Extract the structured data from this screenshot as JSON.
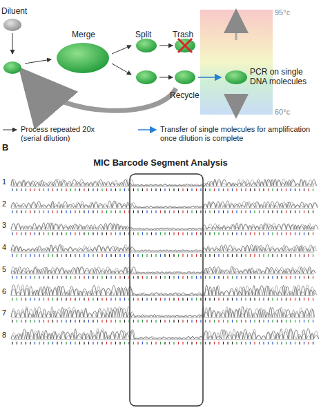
{
  "diagram": {
    "title": "MIC Barcode Segment Analysis",
    "labels": [
      "Diluent",
      "Merge",
      "Split",
      "Trash",
      "Recycle",
      "PCR on single DNA molecules",
      "95°c",
      "60°c",
      "B",
      "1",
      "2",
      "3",
      "4",
      "5",
      "6",
      "7",
      "8"
    ],
    "legend": [
      {
        "text": "Process repeated 20x (serial dilution)"
      },
      {
        "text": "Transfer of single molecules for amplification once dilution is complete"
      }
    ]
  }
}
